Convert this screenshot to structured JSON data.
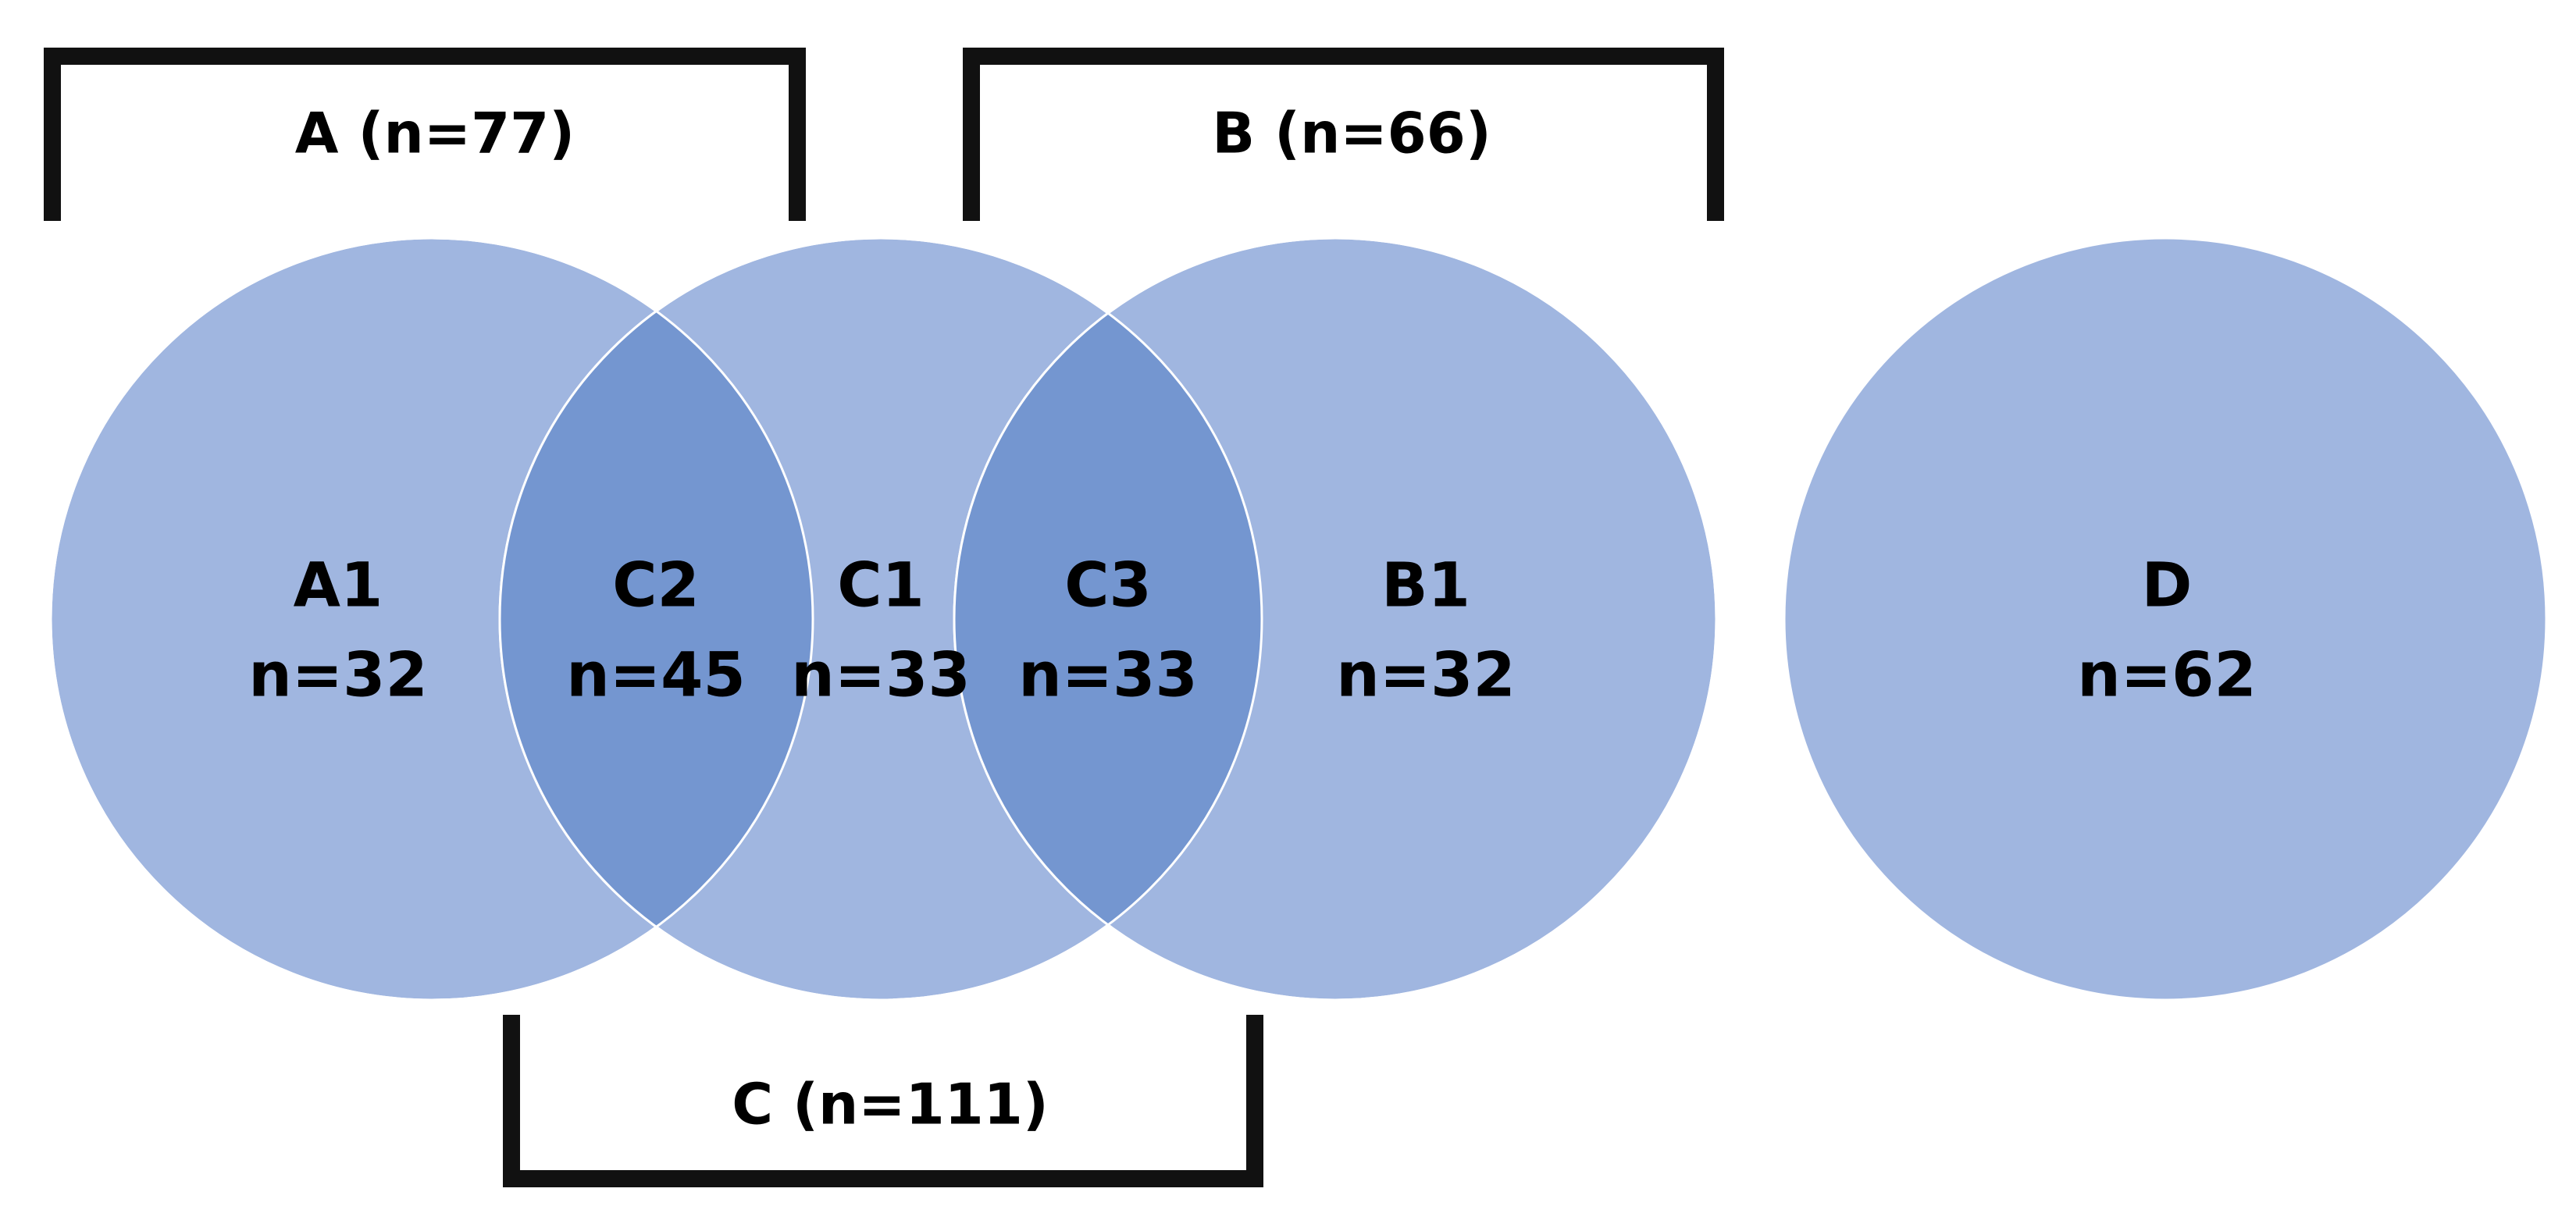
{
  "colors": {
    "circle_fill": "#a0b6e0",
    "overlap_fill": "#7496d0",
    "bracket_stroke": "#111111",
    "text": "#000000"
  },
  "groups": {
    "a": {
      "label": "A (n=77)"
    },
    "b": {
      "label": "B (n=66)"
    },
    "c": {
      "label": "C (n=111)"
    }
  },
  "regions": {
    "a1": {
      "name": "A1",
      "count": "n=32"
    },
    "c2": {
      "name": "C2",
      "count": "n=45"
    },
    "c1": {
      "name": "C1",
      "count": "n=33"
    },
    "c3": {
      "name": "C3",
      "count": "n=33"
    },
    "b1": {
      "name": "B1",
      "count": "n=32"
    },
    "d": {
      "name": "D",
      "count": "n=62"
    }
  }
}
